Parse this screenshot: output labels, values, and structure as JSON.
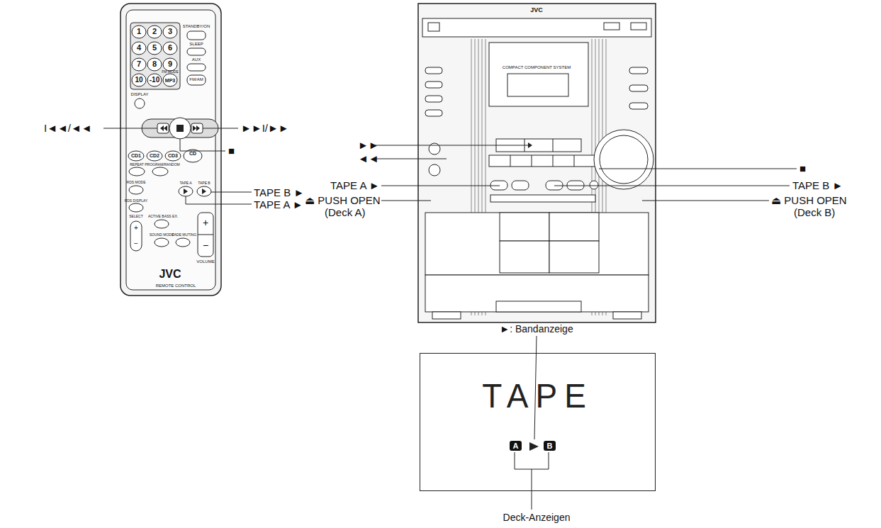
{
  "diagram": {
    "nodes": [
      {
        "text": [
          "TAPE"
        ]
      },
      {
        "text": [
          "A"
        ],
        "in": 0
      },
      {
        "text": [
          "B"
        ],
        "in": 0
      }
    ],
    "labels": [
      "I◄◄/◄◄",
      "►►I/►►",
      "■",
      "TAPE B ►",
      "TAPE A ►",
      "►►",
      "◄◄",
      "■",
      "TAPE A ►",
      "TAPE B ►",
      "⏏ PUSH OPEN",
      "(Deck A)",
      "⏏ PUSH OPEN",
      "(Deck B)",
      "►: Bandanzeige",
      "Deck-Anzeigen",
      "STANDBY/ON",
      "1",
      "2",
      "3",
      "4",
      "5",
      "6",
      "7",
      "8",
      "9",
      "10",
      "-10",
      "SLEEP",
      "AUX",
      "FM MODE",
      "MP3",
      "FM/AM",
      "DISPLAY",
      "CD1",
      "CD2",
      "CD3",
      "CD",
      "REPEAT",
      "PROGRAM/RANDOM",
      "RDS MODE",
      "RDS DISPLAY",
      "TAPE A",
      "TAPE B",
      "SELECT",
      "ACTIVE BASS EX.",
      "SOUND MODE",
      "FADE MUTING",
      "VOLUME",
      "JVC",
      "REMOTE CONTROL",
      "JVC",
      "COMPACT COMPONENT SYSTEM",
      "+",
      "−",
      "+",
      "−"
    ]
  }
}
